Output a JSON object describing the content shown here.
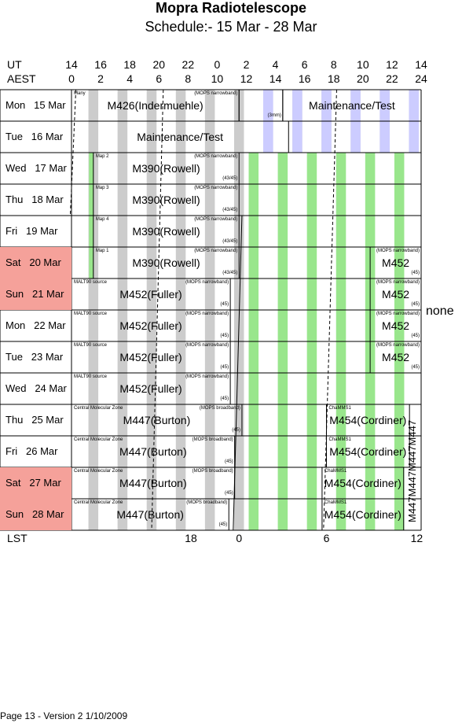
{
  "title": "Mopra Radiotelescope",
  "subtitle": "Schedule:- 15 Mar - 28 Mar",
  "header": {
    "ut_label": "UT",
    "aest_label": "AEST",
    "ut_ticks": [
      "14",
      "16",
      "18",
      "20",
      "22",
      "0",
      "2",
      "4",
      "6",
      "8",
      "10",
      "12",
      "14"
    ],
    "aest_ticks": [
      "0",
      "2",
      "4",
      "6",
      "8",
      "10",
      "12",
      "14",
      "16",
      "18",
      "20",
      "22",
      "24"
    ]
  },
  "lst": {
    "label": "LST",
    "ticks": [
      "18",
      "0",
      "6",
      "12"
    ]
  },
  "colors": {
    "weekend": "#f5a19a",
    "grey": "#cccccc",
    "green": "#99e68c",
    "lavender": "#ccccff"
  },
  "rows": [
    {
      "day": "Mon",
      "date": "15 Mar",
      "weekend": false,
      "blocks": [
        {
          "start": 0,
          "end": 11.5,
          "label": "M426(Indermuehle)",
          "note_left": "Many",
          "note_right": "(MOPS narrowband)"
        },
        {
          "start": 11.5,
          "end": 14.5,
          "label": "",
          "note_left": "",
          "note_right": "(3mm)",
          "note_pos": "bottom"
        },
        {
          "start": 14.5,
          "end": 24,
          "label": "Maintenance/Test",
          "note_left": "",
          "note_right": ""
        }
      ]
    },
    {
      "day": "Tue",
      "date": "16 Mar",
      "weekend": false,
      "blocks": [
        {
          "start": 0,
          "end": 14.9,
          "label": "Maintenance/Test",
          "note_left": "",
          "note_right": ""
        }
      ]
    },
    {
      "day": "Wed",
      "date": "17 Mar",
      "weekend": false,
      "blocks": [
        {
          "start": 1.5,
          "end": 11.5,
          "label": "M390(Rowell)",
          "note_left": "Map 2",
          "note_right": "(MOPS narrowband)",
          "note_bottom": "(43/45)"
        }
      ]
    },
    {
      "day": "Thu",
      "date": "18 Mar",
      "weekend": false,
      "blocks": [
        {
          "start": 1.5,
          "end": 11.5,
          "label": "M390(Rowell)",
          "note_left": "Map 3",
          "note_right": "(MOPS narrowband)",
          "note_bottom": "(43/45)"
        }
      ]
    },
    {
      "day": "Fri",
      "date": "19 Mar",
      "weekend": false,
      "blocks": [
        {
          "start": 1.5,
          "end": 11.5,
          "label": "M390(Rowell)",
          "note_left": "Map 4",
          "note_right": "(MOPS narrowband)",
          "note_bottom": "(43/45)"
        }
      ]
    },
    {
      "day": "Sat",
      "date": "20 Mar",
      "weekend": true,
      "blocks": [
        {
          "start": 1.5,
          "end": 11.5,
          "label": "M390(Rowell)",
          "note_left": "Map 1",
          "note_right": "(MOPS narrowband)",
          "note_bottom": "(43/45)"
        },
        {
          "start": 20.5,
          "end": 24,
          "label": "M452",
          "note_left": "",
          "note_right": "(MOPS narrowband)",
          "note_bottom": "(45)"
        }
      ]
    },
    {
      "day": "Sun",
      "date": "21 Mar",
      "weekend": true,
      "blocks": [
        {
          "start": 0,
          "end": 10.9,
          "label": "M452(Fuller)",
          "note_left": "MALT90 source",
          "note_right": "(MOPS narrowband)",
          "note_bottom": "(45)"
        },
        {
          "start": 20.5,
          "end": 24,
          "label": "M452",
          "note_left": "",
          "note_right": "(MOPS narrowband)",
          "note_bottom": "(45)"
        }
      ]
    },
    {
      "day": "Mon",
      "date": "22 Mar",
      "weekend": false,
      "blocks": [
        {
          "start": 0,
          "end": 10.9,
          "label": "M452(Fuller)",
          "note_left": "MALT90 source",
          "note_right": "(MOPS narrowband)",
          "note_bottom": "(45)"
        },
        {
          "start": 20.5,
          "end": 24,
          "label": "M452",
          "note_left": "",
          "note_right": "(MOPS narrowband)",
          "note_bottom": "(45)"
        }
      ]
    },
    {
      "day": "Tue",
      "date": "23 Mar",
      "weekend": false,
      "blocks": [
        {
          "start": 0,
          "end": 10.9,
          "label": "M452(Fuller)",
          "note_left": "MALT90 source",
          "note_right": "(MOPS narrowband)",
          "note_bottom": "(45)"
        },
        {
          "start": 20.5,
          "end": 24,
          "label": "M452",
          "note_left": "",
          "note_right": "(MOPS narrowband)",
          "note_bottom": "(45)"
        }
      ]
    },
    {
      "day": "Wed",
      "date": "24 Mar",
      "weekend": false,
      "blocks": [
        {
          "start": 0,
          "end": 10.9,
          "label": "M452(Fuller)",
          "note_left": "MALT90 source",
          "note_right": "(MOPS narrowband)",
          "note_bottom": "(45)"
        }
      ]
    },
    {
      "day": "Thu",
      "date": "25 Mar",
      "weekend": false,
      "blocks": [
        {
          "start": 0,
          "end": 11.7,
          "label": "M447(Burton)",
          "note_left": "Central Molecular Zone",
          "note_right": "(MOPS broadband)",
          "note_bottom": "(45)"
        },
        {
          "start": 17.5,
          "end": 23.2,
          "label": "M454(Cordiner)",
          "note_left": "ChaMMS1",
          "note_right": "",
          "note_bottom": ""
        }
      ]
    },
    {
      "day": "Fri",
      "date": "26 Mar",
      "weekend": false,
      "blocks": [
        {
          "start": 0,
          "end": 11.2,
          "label": "M447(Burton)",
          "note_left": "Central Molecular Zone",
          "note_right": "(MOPS broadband)",
          "note_bottom": "(45)"
        },
        {
          "start": 17.5,
          "end": 23.2,
          "label": "M454(Cordiner)",
          "note_left": "ChaMMS1",
          "note_right": "",
          "note_bottom": ""
        }
      ]
    },
    {
      "day": "Sat",
      "date": "27 Mar",
      "weekend": true,
      "blocks": [
        {
          "start": 0,
          "end": 11.2,
          "label": "M447(Burton)",
          "note_left": "Central Molecular Zone",
          "note_right": "(MOPS broadband)",
          "note_bottom": "(45)"
        },
        {
          "start": 17.2,
          "end": 22.8,
          "label": "M454(Cordiner)",
          "note_left": "ChaMMS1",
          "note_right": "",
          "note_bottom": ""
        }
      ]
    },
    {
      "day": "Sun",
      "date": "28 Mar",
      "weekend": true,
      "blocks": [
        {
          "start": 0,
          "end": 10.8,
          "label": "M447(Burton)",
          "note_left": "Central Molecular Zone",
          "note_right": "(MOPS broadband)",
          "note_bottom": "(45)"
        },
        {
          "start": 17.2,
          "end": 22.8,
          "label": "M454(Cordiner)",
          "note_left": "ChaMMS1",
          "note_right": "",
          "note_bottom": ""
        }
      ]
    }
  ],
  "vertical_label": "M447M447M447M447",
  "none_label": "none",
  "footer": "Page 13 - Version 2  1/10/2009"
}
